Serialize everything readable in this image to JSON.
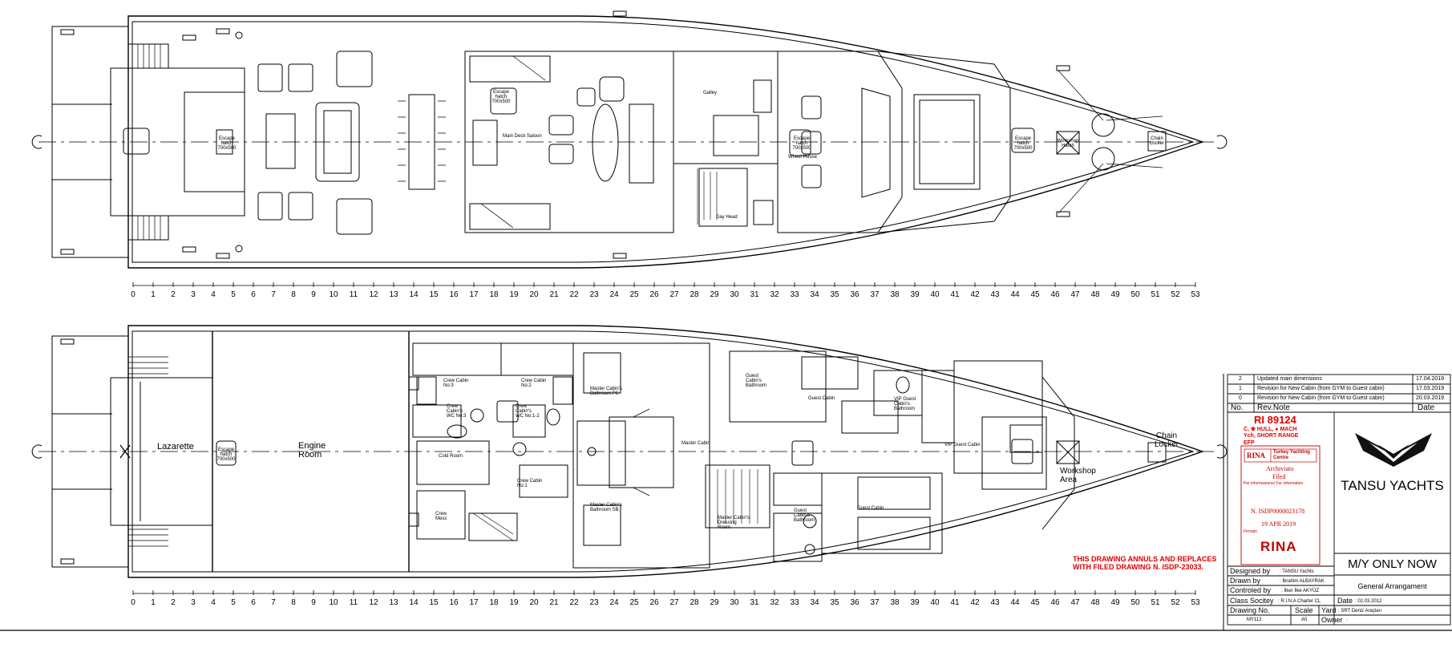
{
  "frame_numbers": [
    "0",
    "1",
    "2",
    "3",
    "4",
    "5",
    "6",
    "7",
    "8",
    "9",
    "10",
    "11",
    "12",
    "13",
    "14",
    "15",
    "16",
    "17",
    "18",
    "19",
    "20",
    "21",
    "22",
    "23",
    "24",
    "25",
    "26",
    "27",
    "28",
    "29",
    "30",
    "31",
    "32",
    "33",
    "34",
    "35",
    "36",
    "37",
    "38",
    "39",
    "40",
    "41",
    "42",
    "43",
    "44",
    "45",
    "46",
    "47",
    "48",
    "49",
    "50",
    "51",
    "52",
    "53"
  ],
  "main_deck": {
    "escape_hatch": "Escape hatch 700x500",
    "saloon": "Main Deck Saloon",
    "galley": "Galley",
    "wheel_house": "Wheel House",
    "day_head": "Day Head",
    "workshop_hatch": "Workshop Hatch",
    "chain_locker": "Chain Locker"
  },
  "lower_deck": {
    "lazarette": "Lazarette",
    "engine_room": "Engine Room",
    "escape_hatch": "Escape hatch 700x500",
    "crew_cabin_3": "Crew Cabin No:3",
    "crew_cabin_2": "Crew Cabin No:2",
    "crew_cabin_1": "Crew Cabin No:1",
    "crew_wc_3": "Crew Cabin's WC No:3",
    "crew_wc_12": "Crew Cabin's WC No:1-2",
    "cold_room": "Cold Room",
    "crew_mess": "Crew Mess",
    "master_bath_ps": "Master Cabin's Bathroom PS",
    "master_bath_sb": "Master Cabin's Bathroom SB",
    "master_cabin": "Master Cabin",
    "master_dressing": "Master Cabin's Dressing Room",
    "guest_bath": "Guest Cabin's Bathroom",
    "guest_cabin": "Guest Cabin",
    "vip_bath": "VIP Guest Cabin's Bathroom",
    "vip_guest_cabin": "VIP Guest Cabin",
    "workshop_area": "Workshop Area",
    "chain_locker": "Chain Locker"
  },
  "notice": "THIS DRAWING ANNULS AND REPLACES WITH FILED DRAWING N. ISDP-23033.",
  "revisions": [
    {
      "no": "2",
      "note": "Updated main dimensions",
      "date": "17.04.2019"
    },
    {
      "no": "1",
      "note": "Revision for New Cabin (from GYM to Guest cabin)",
      "date": "17.03.2019"
    },
    {
      "no": "0",
      "note": "Revision for New Cabin (from GYM to Guest cabin)",
      "date": "20.03.2019"
    }
  ],
  "rev_header": {
    "no": "No.",
    "note": "Rev.Note",
    "date": "Date"
  },
  "class_notation": {
    "ri": "RI 89124",
    "line1": "C, ❀  HULL,  ● MACH",
    "line2": "Ych,  SHORT RANGE",
    "line3": "EFP"
  },
  "stamp": {
    "rina": "RINA",
    "centre": "Turkey Yachting Centre",
    "archiviato": "Archiviato",
    "filed": "Filed",
    "info": "Per informazione/ For information",
    "number": "N. ISDP0000023178",
    "date": "19 APR 2019",
    "firmato": "Firmato",
    "logo": "RINA"
  },
  "company": "TANSU YACHTS",
  "vessel": "M/Y ONLY NOW",
  "drawing_title": "General Arrangament",
  "designed_by_label": "Designed by",
  "designed_by": ": TANSU Yachts",
  "drawn_by_label": "Drawn by",
  "drawn_by": ": İbrahim ALBAYRAK",
  "controlled_by_label": "Controled by",
  "controlled_by": ": İlker İlke AKYÜZ",
  "class_society_label": "Class Socitey",
  "class_society": ": R.I.N.A Charter CL",
  "date_label": "Date",
  "date": ": 02.03.2012",
  "drawing_no_label": "Drawing No.",
  "drawing_no": "MY112",
  "scale_label": "Scale",
  "scale": "A0",
  "yard_label": "Yard",
  "yard": ": SRT Deniz Araçları",
  "owner_label": "Owner",
  "owner": ":"
}
